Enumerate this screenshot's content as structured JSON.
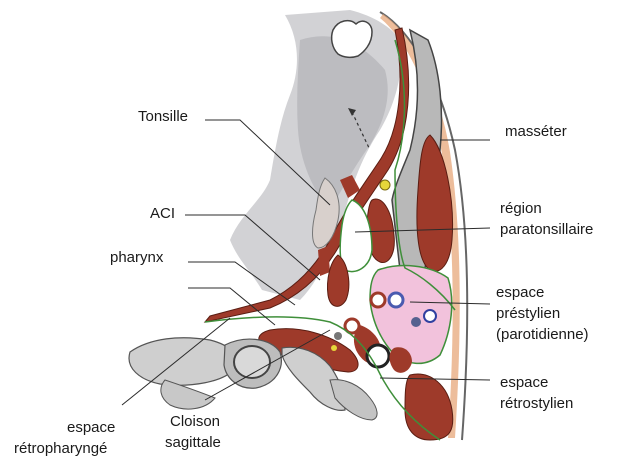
{
  "labels": {
    "tonsille": "Tonsille",
    "aci": "ACI",
    "pharynx": "pharynx",
    "espace_retropharynge_1": "espace",
    "espace_retropharynge_2": "rétropharyngé",
    "cloison_1": "Cloison",
    "cloison_2": "sagittale",
    "masseter": "masséter",
    "region_1": "région",
    "region_2": "paratonsillaire",
    "prestylien_1": "espace",
    "prestylien_2": "préstylien",
    "prestylien_3": "(parotidienne)",
    "retrostylien_1": "espace",
    "retrostylien_2": "rétrostylien"
  },
  "colors": {
    "muscle": "#9e3a2a",
    "muscle_dark": "#7a2a1c",
    "mucosa": "#c7c7cb",
    "parotid": "#f2c2dc",
    "fascia_green": "#3f8f3a",
    "fat_yellow": "#e6d63a",
    "bone": "#cfcfcf",
    "outline": "#555555",
    "skin": "#e7a77a"
  }
}
